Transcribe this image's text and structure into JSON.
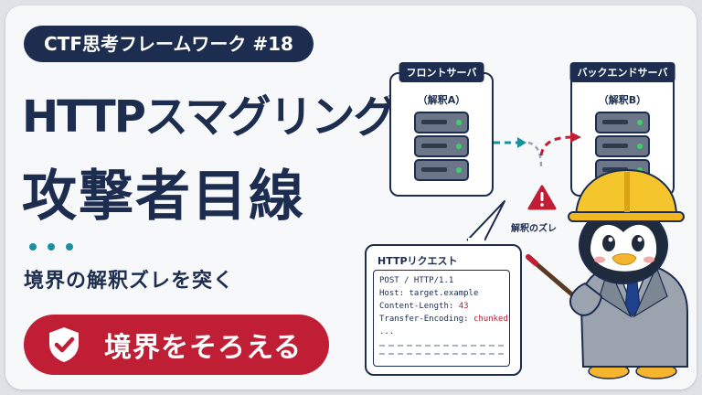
{
  "series_label": "CTF思考フレームワーク #18",
  "title_line1": "HTTPスマグリングの",
  "title_line2": "攻撃者目線",
  "subtitle": "境界の解釈ズレを突く",
  "cta_label": "境界をそろえる",
  "front_server": {
    "tag": "フロントサーバ",
    "sub": "（解釈A）"
  },
  "back_server": {
    "tag": "バックエンドサーバ",
    "sub": "（解釈B）"
  },
  "mismatch_label": "解釈のズレ",
  "request": {
    "title": "HTTPリクエスト",
    "line1": "POST / HTTP/1.1",
    "line2": "Host: target.example",
    "cl_key": "Content-Length: ",
    "cl_value": "43",
    "te_key": "Transfer-Encoding: ",
    "te_value": "chunked",
    "ellipsis": "..."
  },
  "colors": {
    "navy": "#1c2d4f",
    "red": "#bf1e35",
    "teal": "#1b8fa0",
    "green": "#3fcf6a"
  }
}
